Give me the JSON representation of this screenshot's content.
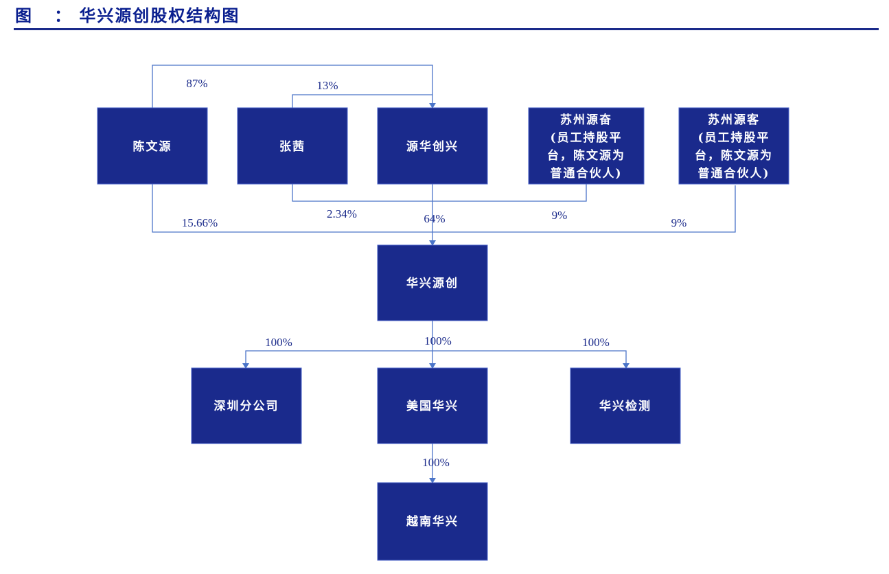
{
  "title": {
    "prefix": "图",
    "text": "华兴源创股权结构图"
  },
  "colors": {
    "box_fill": "#1a2a8c",
    "line": "#4a74c8",
    "label": "#1a2a8a",
    "title": "#0a1f8f"
  },
  "nodes": {
    "chen": {
      "lines": [
        "陈文源"
      ]
    },
    "zhang": {
      "lines": [
        "张茜"
      ]
    },
    "yhcx": {
      "lines": [
        "源华创兴"
      ]
    },
    "szyf": {
      "lines": [
        "苏州源奋",
        "(员工持股平",
        "台，陈文源为",
        "普通合伙人)"
      ]
    },
    "szyk": {
      "lines": [
        "苏州源客",
        "(员工持股平",
        "台，陈文源为",
        "普通合伙人)"
      ]
    },
    "hxyc": {
      "lines": [
        "华兴源创"
      ]
    },
    "shenzhen": {
      "lines": [
        "深圳分公司"
      ]
    },
    "usa": {
      "lines": [
        "美国华兴"
      ]
    },
    "testing": {
      "lines": [
        "华兴检测"
      ]
    },
    "vietnam": {
      "lines": [
        "越南华兴"
      ]
    }
  },
  "edges": {
    "chen_yhcx": "87%",
    "zhang_yhcx": "13%",
    "chen_hxyc": "15.66%",
    "zhang_hxyc": "2.34%",
    "yhcx_hxyc": "64%",
    "szyf_hxyc": "9%",
    "szyk_hxyc": "9%",
    "hxyc_shenzhen": "100%",
    "hxyc_usa": "100%",
    "hxyc_testing": "100%",
    "usa_vietnam": "100%"
  }
}
